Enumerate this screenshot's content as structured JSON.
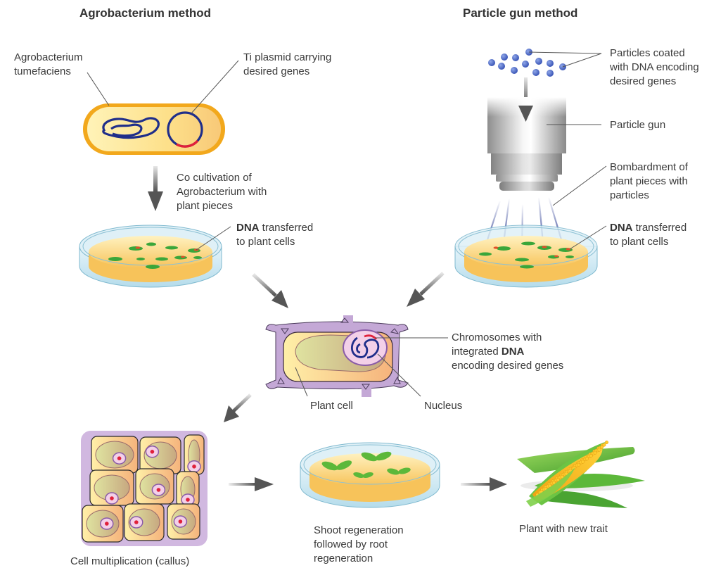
{
  "titles": {
    "agro": "Agrobacterium method",
    "gun": "Particle gun method"
  },
  "labels": {
    "agro_bacterium": [
      "Agrobacterium",
      "tumefaciens"
    ],
    "ti_plasmid": [
      "Ti plasmid carrying",
      "desired genes"
    ],
    "co_cultivation": [
      "Co cultivation of",
      "Agrobacterium with",
      "plant pieces"
    ],
    "dna_transferred_left": {
      "bold": "DNA",
      "rest": " transferred",
      "line2": "to plant cells"
    },
    "particles_coated": [
      "Particles coated",
      "with DNA encoding",
      "desired genes"
    ],
    "particle_gun": "Particle gun",
    "bombardment": [
      "Bombardment of",
      "plant pieces with",
      "particles"
    ],
    "dna_transferred_right": {
      "bold": "DNA",
      "rest": " transferred",
      "line2": "to plant cells"
    },
    "chromosomes": {
      "line1": "Chromosomes with",
      "line2_pre": "integrated ",
      "line2_bold": "DNA",
      "line3": "encoding desired genes"
    },
    "plant_cell": "Plant cell",
    "nucleus": "Nucleus",
    "callus": "Cell multiplication (callus)",
    "shoot_regen": [
      "Shoot regeneration",
      "followed by root",
      "regeneration"
    ],
    "new_trait": "Plant with new trait"
  },
  "icons": {
    "bacterium": "agrobacterium-icon",
    "plasmid": "plasmid-icon",
    "petri_dish": "petri-dish-icon",
    "particle_gun": "particle-gun-icon",
    "plant_cell": "plant-cell-icon",
    "callus": "callus-icon",
    "corn": "corn-icon"
  },
  "colors": {
    "dna_blue": "#1f2e8a",
    "insert_red": "#e0203a",
    "bacterium_orange": "#f2a81c",
    "cell_purple": "#b79ccb",
    "arrow_gray": "#555555",
    "leaf_green": "#5cb83a"
  }
}
